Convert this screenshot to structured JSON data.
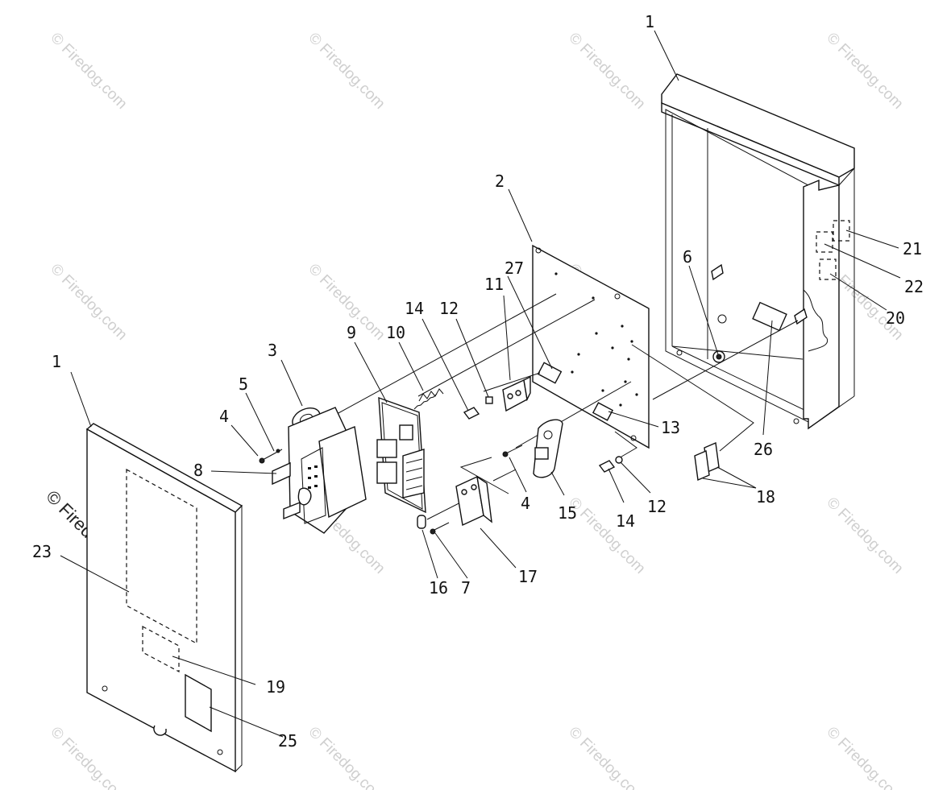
{
  "watermark": {
    "text": "© Firedog.com",
    "color": "#cfcfcf"
  },
  "callouts": [
    {
      "id": "c1-right",
      "label": "1"
    },
    {
      "id": "c1-left",
      "label": "1"
    },
    {
      "id": "c2",
      "label": "2"
    },
    {
      "id": "c3",
      "label": "3"
    },
    {
      "id": "c4-left",
      "label": "4"
    },
    {
      "id": "c4-mid",
      "label": "4"
    },
    {
      "id": "c5",
      "label": "5"
    },
    {
      "id": "c6",
      "label": "6"
    },
    {
      "id": "c7",
      "label": "7"
    },
    {
      "id": "c8",
      "label": "8"
    },
    {
      "id": "c9",
      "label": "9"
    },
    {
      "id": "c10",
      "label": "10"
    },
    {
      "id": "c11",
      "label": "11"
    },
    {
      "id": "c12-top",
      "label": "12"
    },
    {
      "id": "c12-bottom",
      "label": "12"
    },
    {
      "id": "c13",
      "label": "13"
    },
    {
      "id": "c14-top",
      "label": "14"
    },
    {
      "id": "c14-bottom",
      "label": "14"
    },
    {
      "id": "c15",
      "label": "15"
    },
    {
      "id": "c16",
      "label": "16"
    },
    {
      "id": "c17",
      "label": "17"
    },
    {
      "id": "c18",
      "label": "18"
    },
    {
      "id": "c19",
      "label": "19"
    },
    {
      "id": "c20",
      "label": "20"
    },
    {
      "id": "c21",
      "label": "21"
    },
    {
      "id": "c22",
      "label": "22"
    },
    {
      "id": "c23",
      "label": "23"
    },
    {
      "id": "c25",
      "label": "25"
    },
    {
      "id": "c26",
      "label": "26"
    },
    {
      "id": "c27",
      "label": "27"
    }
  ]
}
